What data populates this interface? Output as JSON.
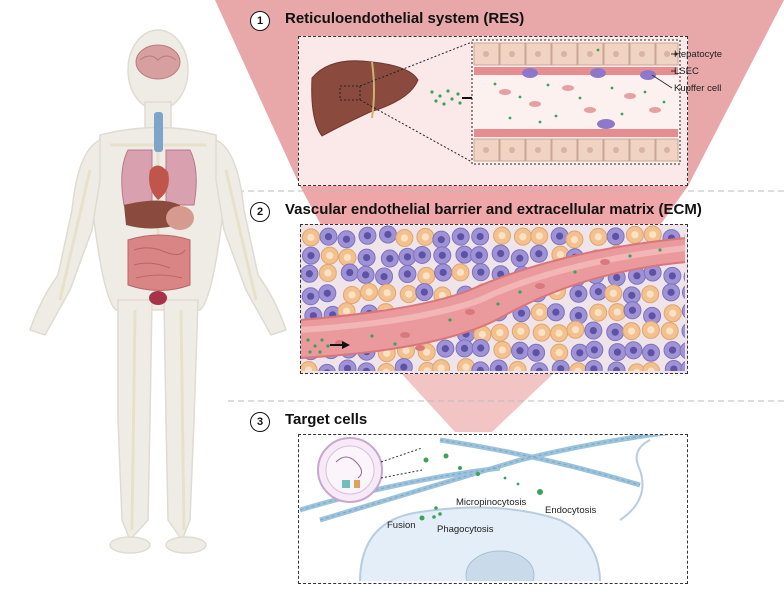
{
  "sections": [
    {
      "number": "1",
      "title": "Reticuloendothelial system (RES)"
    },
    {
      "number": "2",
      "title": "Vascular endothelial barrier and extracellular matrix (ECM)"
    },
    {
      "number": "3",
      "title": "Target cells"
    }
  ],
  "res_labels": {
    "hepatocyte": "Hepatocyte",
    "lsec": "LSEC",
    "kupffer": "Kupffer cell"
  },
  "uptake_labels": {
    "micropinocytosis": "Micropinocytosis",
    "endocytosis": "Endocytosis",
    "fusion": "Fusion",
    "phagocytosis": "Phagocytosis"
  },
  "colors": {
    "funnel": "#e8a7a8",
    "funnel_light": "#f3c9c9",
    "panel_bg": "#fbe9e9",
    "nanoparticle": "#3aa35a",
    "hepatocyte": "#f1d3c3",
    "vessel": "#e88d8f",
    "immune_cell": "#9f93d6",
    "orange_cell": "#f3c190",
    "collagen": "#9cc3dc",
    "body_outline": "#e6e2da"
  },
  "icons": [
    "human-body-icon",
    "liver-icon",
    "arrow-icon",
    "cell-icon",
    "collagen-fiber-icon"
  ]
}
